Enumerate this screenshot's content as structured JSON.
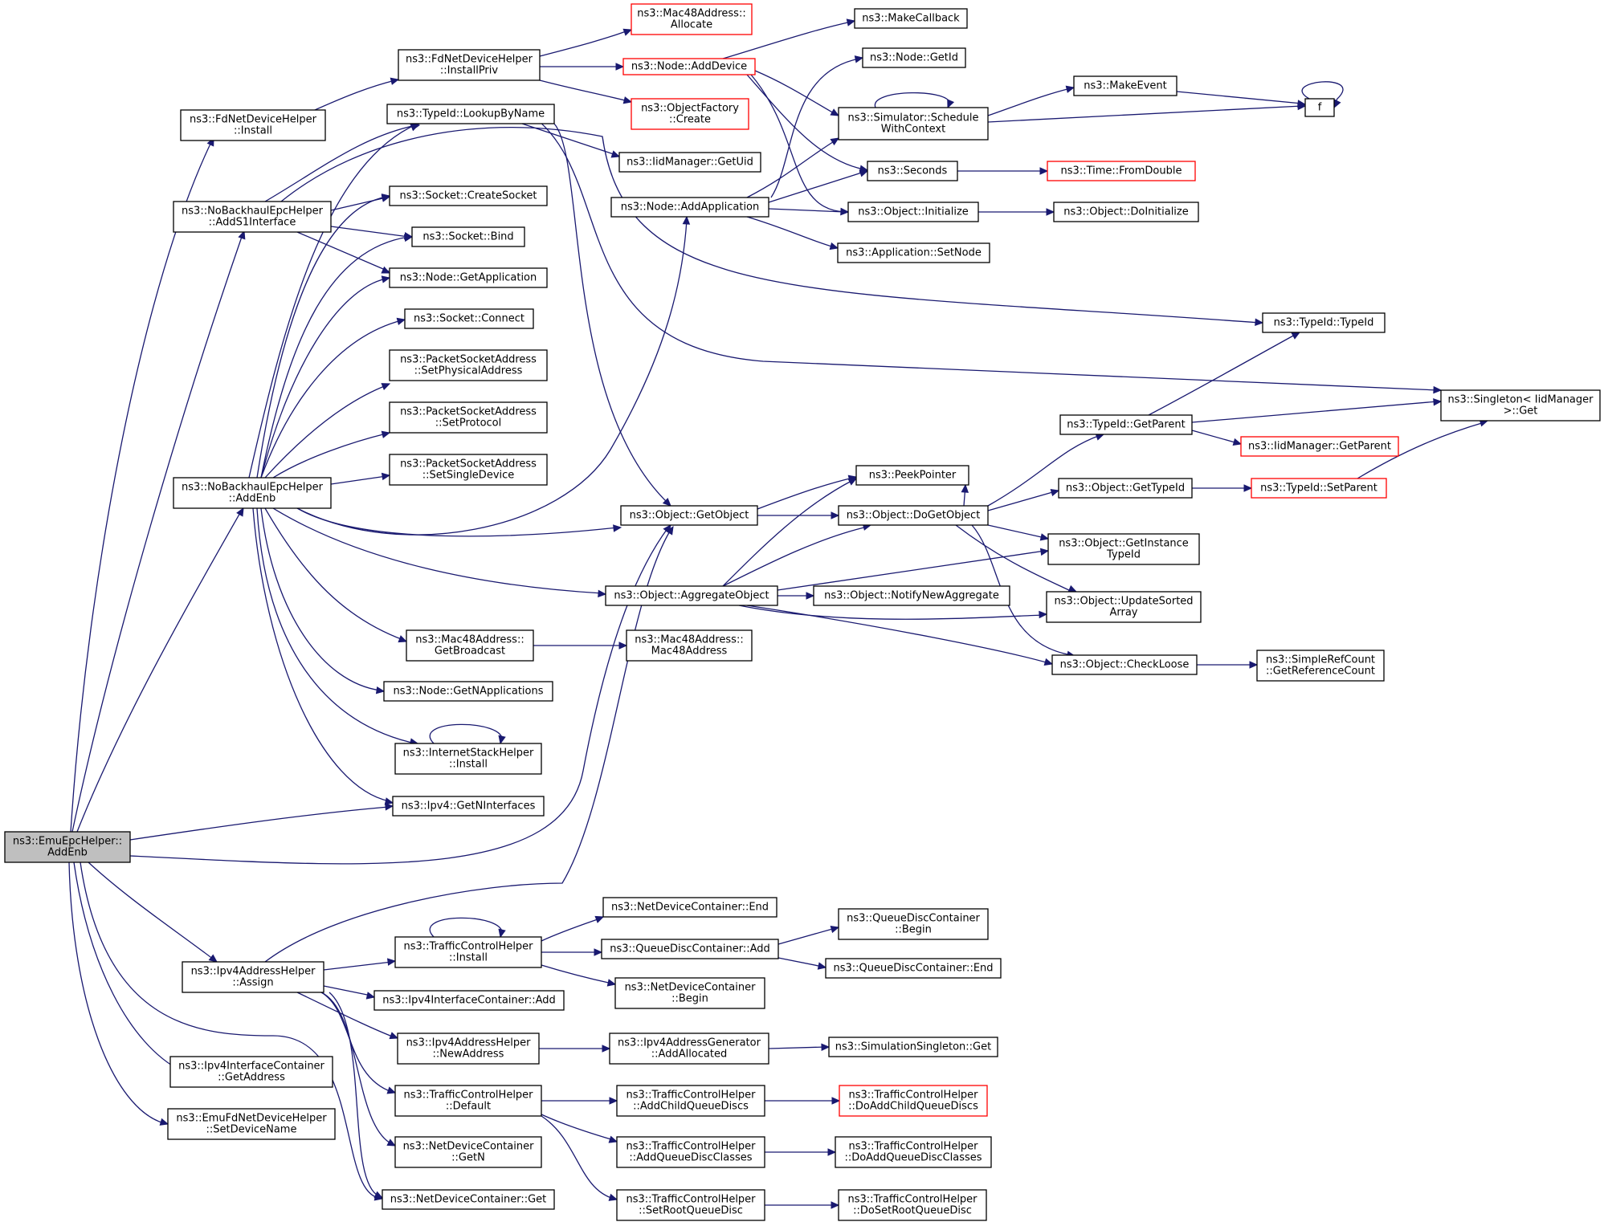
{
  "diagram": {
    "title": "",
    "colors": {
      "edge": "#191970",
      "node_border": "#000000",
      "node_border_truncated": "#ff0000",
      "root_fill": "#bfbfbf"
    },
    "nodes": [
      {
        "id": "root",
        "lines": [
          "ns3::EmuEpcHelper::",
          "AddEnb"
        ],
        "style": "root"
      },
      {
        "id": "fdInstall",
        "lines": [
          "ns3::FdNetDeviceHelper",
          "::Install"
        ]
      },
      {
        "id": "fdInstallPriv",
        "lines": [
          "ns3::FdNetDeviceHelper",
          "::InstallPriv"
        ]
      },
      {
        "id": "macAlloc",
        "lines": [
          "ns3::Mac48Address::",
          "Allocate"
        ],
        "style": "red"
      },
      {
        "id": "nodeAddDevice",
        "lines": [
          "ns3::Node::AddDevice"
        ],
        "style": "red"
      },
      {
        "id": "objFactCreate",
        "lines": [
          "ns3::ObjectFactory",
          "::Create"
        ],
        "style": "red"
      },
      {
        "id": "makeCallback",
        "lines": [
          "ns3::MakeCallback"
        ]
      },
      {
        "id": "nodeGetId",
        "lines": [
          "ns3::Node::GetId"
        ]
      },
      {
        "id": "simSched",
        "lines": [
          "ns3::Simulator::Schedule",
          "WithContext"
        ]
      },
      {
        "id": "makeEvent",
        "lines": [
          "ns3::MakeEvent"
        ]
      },
      {
        "id": "f",
        "lines": [
          "f"
        ]
      },
      {
        "id": "seconds",
        "lines": [
          "ns3::Seconds"
        ]
      },
      {
        "id": "fromDouble",
        "lines": [
          "ns3::Time::FromDouble"
        ],
        "style": "red"
      },
      {
        "id": "objInit",
        "lines": [
          "ns3::Object::Initialize"
        ]
      },
      {
        "id": "objDoInit",
        "lines": [
          "ns3::Object::DoInitialize"
        ]
      },
      {
        "id": "appSetNode",
        "lines": [
          "ns3::Application::SetNode"
        ]
      },
      {
        "id": "nodeAddApp",
        "lines": [
          "ns3::Node::AddApplication"
        ]
      },
      {
        "id": "lookupByName",
        "lines": [
          "ns3::TypeId::LookupByName"
        ]
      },
      {
        "id": "iidGetUid",
        "lines": [
          "ns3::IidManager::GetUid"
        ]
      },
      {
        "id": "addS1",
        "lines": [
          "ns3::NoBackhaulEpcHelper",
          "::AddS1Interface"
        ]
      },
      {
        "id": "createSocket",
        "lines": [
          "ns3::Socket::CreateSocket"
        ]
      },
      {
        "id": "socketBind",
        "lines": [
          "ns3::Socket::Bind"
        ]
      },
      {
        "id": "nodeGetApp",
        "lines": [
          "ns3::Node::GetApplication"
        ]
      },
      {
        "id": "socketConnect",
        "lines": [
          "ns3::Socket::Connect"
        ]
      },
      {
        "id": "psaSetPhys",
        "lines": [
          "ns3::PacketSocketAddress",
          "::SetPhysicalAddress"
        ]
      },
      {
        "id": "psaSetProto",
        "lines": [
          "ns3::PacketSocketAddress",
          "::SetProtocol"
        ]
      },
      {
        "id": "psaSetSingle",
        "lines": [
          "ns3::PacketSocketAddress",
          "::SetSingleDevice"
        ]
      },
      {
        "id": "typeIdCtor",
        "lines": [
          "ns3::TypeId::TypeId"
        ]
      },
      {
        "id": "singletonGet",
        "lines": [
          "ns3::Singleton< IidManager",
          ">::Get"
        ]
      },
      {
        "id": "typeIdGetParent",
        "lines": [
          "ns3::TypeId::GetParent"
        ]
      },
      {
        "id": "iidGetParent",
        "lines": [
          "ns3::IidManager::GetParent"
        ],
        "style": "red"
      },
      {
        "id": "objGetTypeId",
        "lines": [
          "ns3::Object::GetTypeId"
        ]
      },
      {
        "id": "typeIdSetParent",
        "lines": [
          "ns3::TypeId::SetParent"
        ],
        "style": "red"
      },
      {
        "id": "peekPointer",
        "lines": [
          "ns3::PeekPointer"
        ]
      },
      {
        "id": "noBackhaulAddEnb",
        "lines": [
          "ns3::NoBackhaulEpcHelper",
          "::AddEnb"
        ]
      },
      {
        "id": "objGetObject",
        "lines": [
          "ns3::Object::GetObject"
        ]
      },
      {
        "id": "objDoGetObject",
        "lines": [
          "ns3::Object::DoGetObject"
        ]
      },
      {
        "id": "objGetInstTypeId",
        "lines": [
          "ns3::Object::GetInstance",
          "TypeId"
        ]
      },
      {
        "id": "objAggregate",
        "lines": [
          "ns3::Object::AggregateObject"
        ]
      },
      {
        "id": "objNotifyNewAgg",
        "lines": [
          "ns3::Object::NotifyNewAggregate"
        ]
      },
      {
        "id": "objUpdateSorted",
        "lines": [
          "ns3::Object::UpdateSorted",
          "Array"
        ]
      },
      {
        "id": "objCheckLoose",
        "lines": [
          "ns3::Object::CheckLoose"
        ]
      },
      {
        "id": "refCount",
        "lines": [
          "ns3::SimpleRefCount",
          "::GetReferenceCount"
        ]
      },
      {
        "id": "macGetBroadcast",
        "lines": [
          "ns3::Mac48Address::",
          "GetBroadcast"
        ]
      },
      {
        "id": "macCtor",
        "lines": [
          "ns3::Mac48Address::",
          "Mac48Address"
        ]
      },
      {
        "id": "nodeGetNApps",
        "lines": [
          "ns3::Node::GetNApplications"
        ]
      },
      {
        "id": "inetInstall",
        "lines": [
          "ns3::InternetStackHelper",
          "::Install"
        ]
      },
      {
        "id": "ipv4GetNIf",
        "lines": [
          "ns3::Ipv4::GetNInterfaces"
        ]
      },
      {
        "id": "ndcEnd",
        "lines": [
          "ns3::NetDeviceContainer::End"
        ]
      },
      {
        "id": "tchInstall",
        "lines": [
          "ns3::TrafficControlHelper",
          "::Install"
        ]
      },
      {
        "id": "qdcAdd",
        "lines": [
          "ns3::QueueDiscContainer::Add"
        ]
      },
      {
        "id": "qdcBegin",
        "lines": [
          "ns3::QueueDiscContainer",
          "::Begin"
        ]
      },
      {
        "id": "qdcEnd",
        "lines": [
          "ns3::QueueDiscContainer::End"
        ]
      },
      {
        "id": "ndcBegin",
        "lines": [
          "ns3::NetDeviceContainer",
          "::Begin"
        ]
      },
      {
        "id": "ipv4Assign",
        "lines": [
          "ns3::Ipv4AddressHelper",
          "::Assign"
        ]
      },
      {
        "id": "ipv4IfcAdd",
        "lines": [
          "ns3::Ipv4InterfaceContainer::Add"
        ]
      },
      {
        "id": "ipv4NewAddr",
        "lines": [
          "ns3::Ipv4AddressHelper",
          "::NewAddress"
        ]
      },
      {
        "id": "ipv4GenAlloc",
        "lines": [
          "ns3::Ipv4AddressGenerator",
          "::AddAllocated"
        ]
      },
      {
        "id": "simSingletonGet",
        "lines": [
          "ns3::SimulationSingleton::Get"
        ]
      },
      {
        "id": "ipv4IfcGetAddr",
        "lines": [
          "ns3::Ipv4InterfaceContainer",
          "::GetAddress"
        ]
      },
      {
        "id": "tchDefault",
        "lines": [
          "ns3::TrafficControlHelper",
          "::Default"
        ]
      },
      {
        "id": "tchAddChild",
        "lines": [
          "ns3::TrafficControlHelper",
          "::AddChildQueueDiscs"
        ]
      },
      {
        "id": "tchDoAddChild",
        "lines": [
          "ns3::TrafficControlHelper",
          "::DoAddChildQueueDiscs"
        ],
        "style": "red"
      },
      {
        "id": "emuSetDevName",
        "lines": [
          "ns3::EmuFdNetDeviceHelper",
          "::SetDeviceName"
        ]
      },
      {
        "id": "ndcGetN",
        "lines": [
          "ns3::NetDeviceContainer",
          "::GetN"
        ]
      },
      {
        "id": "tchAddQdClasses",
        "lines": [
          "ns3::TrafficControlHelper",
          "::AddQueueDiscClasses"
        ]
      },
      {
        "id": "tchDoAddQdClasses",
        "lines": [
          "ns3::TrafficControlHelper",
          "::DoAddQueueDiscClasses"
        ]
      },
      {
        "id": "ndcGet",
        "lines": [
          "ns3::NetDeviceContainer::Get"
        ]
      },
      {
        "id": "tchSetRoot",
        "lines": [
          "ns3::TrafficControlHelper",
          "::SetRootQueueDisc"
        ]
      },
      {
        "id": "tchDoSetRoot",
        "lines": [
          "ns3::TrafficControlHelper",
          "::DoSetRootQueueDisc"
        ]
      }
    ]
  }
}
